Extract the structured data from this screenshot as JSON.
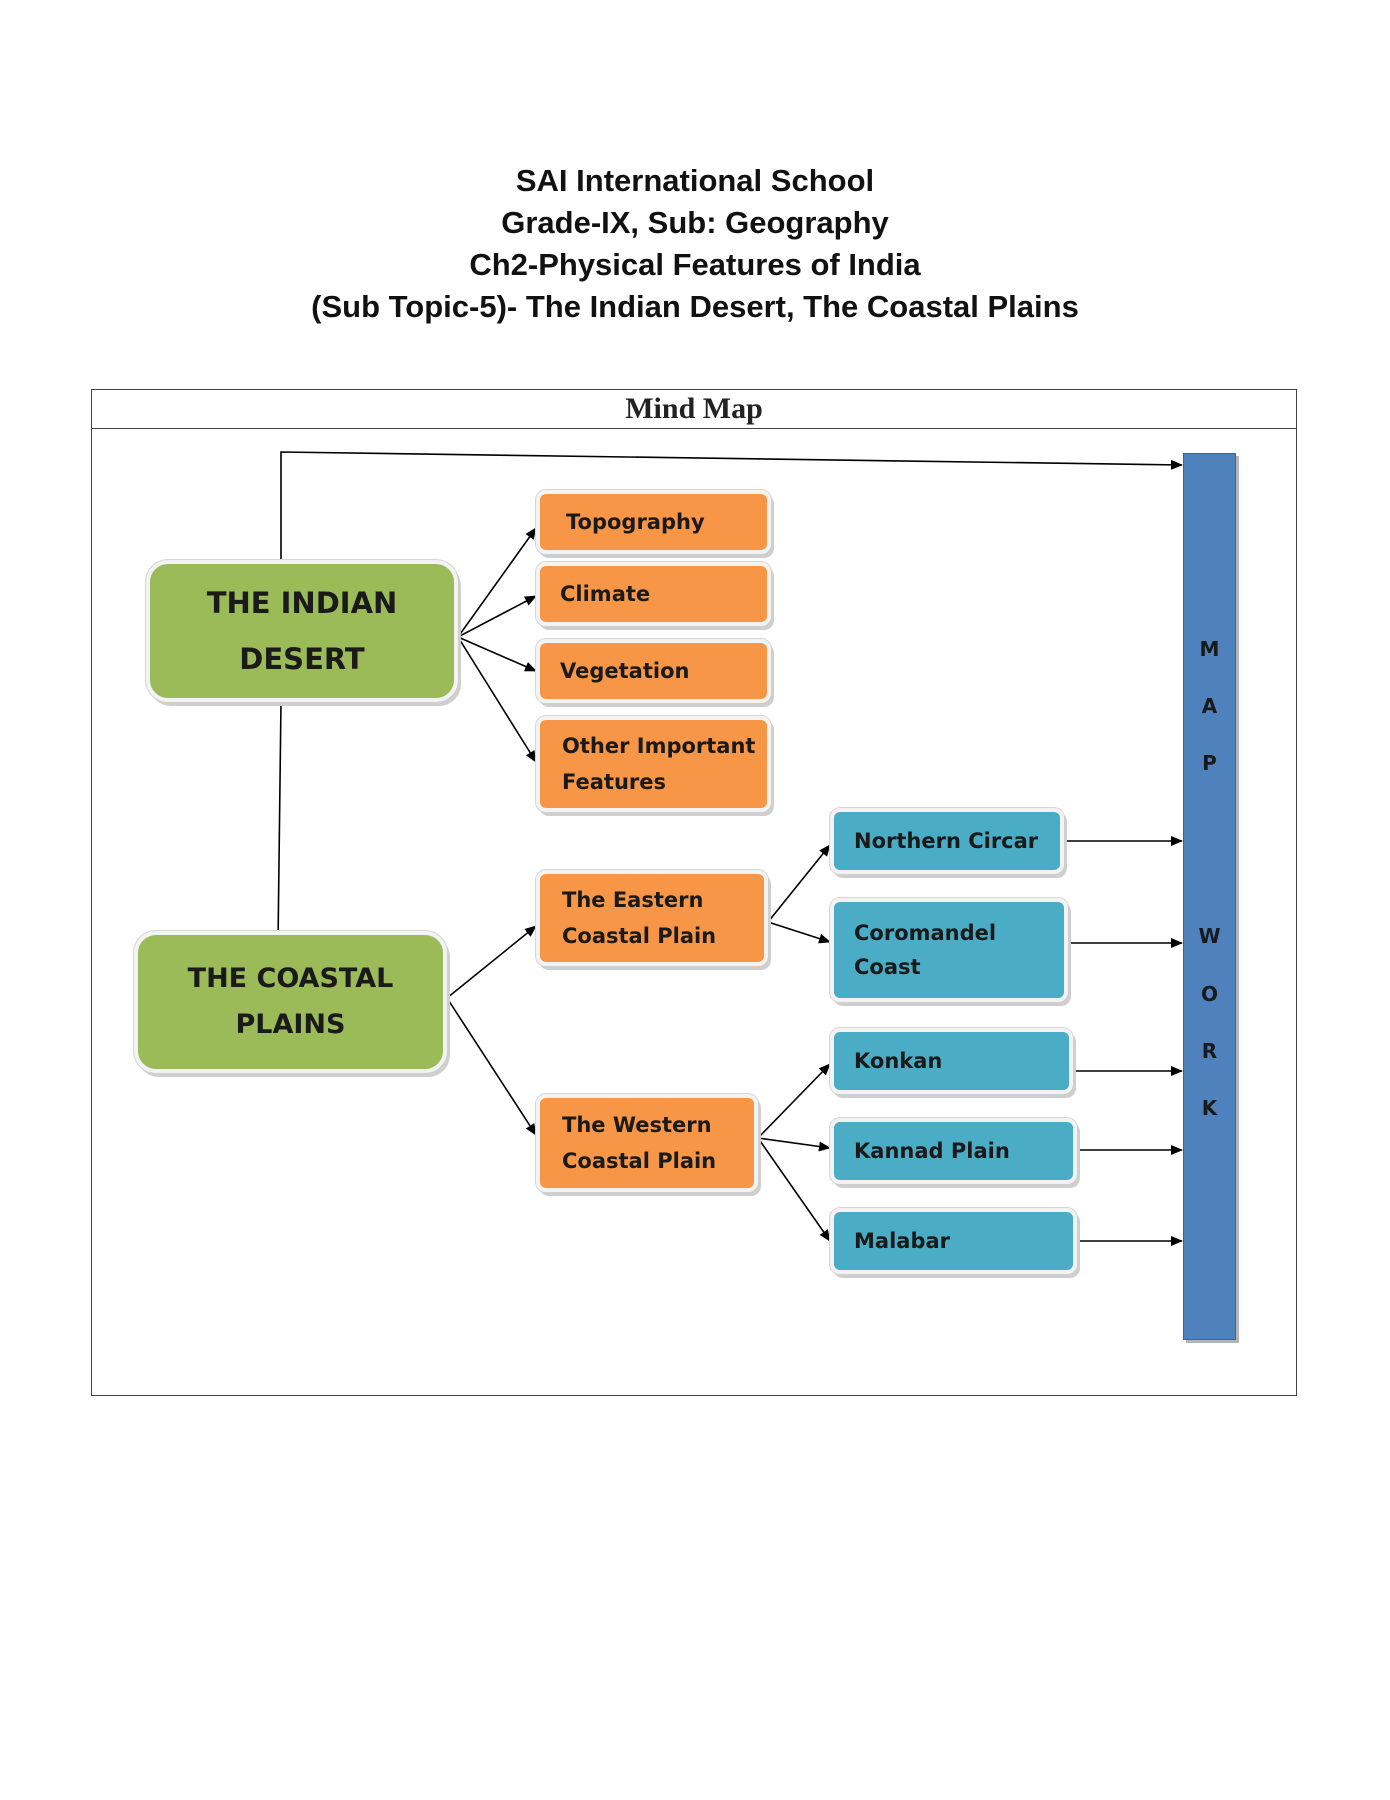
{
  "header": {
    "line1": "SAI International School",
    "line2": "Grade-IX, Sub: Geography",
    "line3": "Ch2-Physical Features of India",
    "line4": "(Sub Topic-5)- The Indian Desert, The Coastal Plains"
  },
  "mindmap": {
    "title": "Mind Map",
    "desert": {
      "line1": "THE INDIAN",
      "line2": "DESERT"
    },
    "coastal": {
      "line1": "THE COASTAL",
      "line2": "PLAINS"
    },
    "desert_topics": {
      "topography": "Topography",
      "climate": "Climate",
      "vegetation": "Vegetation",
      "other_line1": "Other Important",
      "other_line2": "Features"
    },
    "eastern": {
      "line1": "The Eastern",
      "line2": "Coastal Plain"
    },
    "western": {
      "line1": "The Western",
      "line2": "Coastal Plain"
    },
    "eastern_items": {
      "northern_circar": "Northern Circar",
      "coromandel_line1": "Coromandel",
      "coromandel_line2": "Coast"
    },
    "western_items": {
      "konkan": "Konkan",
      "kannad": "Kannad Plain",
      "malabar": "Malabar"
    },
    "map_work": {
      "letters_top": [
        "M",
        "A",
        "P"
      ],
      "letters_bottom": [
        "W",
        "O",
        "R",
        "K"
      ]
    }
  },
  "colors": {
    "green": "#9bbb59",
    "orange": "#f79646",
    "blue": "#4bacc6",
    "map_bar": "#4f81bd"
  }
}
